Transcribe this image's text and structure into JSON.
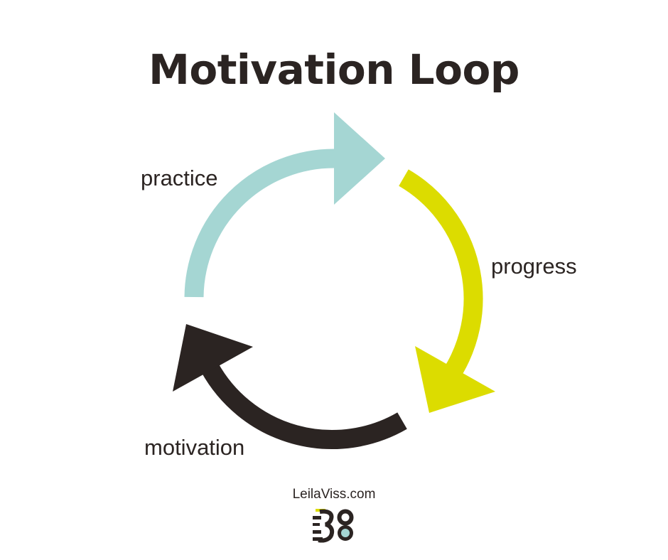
{
  "title": "Motivation Loop",
  "colors": {
    "practice": "#a5d6d3",
    "progress": "#dcdc00",
    "motivation": "#2b2422",
    "text": "#2b2422",
    "background": "#ffffff"
  },
  "loop": {
    "nodes": [
      {
        "id": "practice",
        "label": "practice",
        "color": "#a5d6d3",
        "points_to": "progress"
      },
      {
        "id": "progress",
        "label": "progress",
        "color": "#dcdc00",
        "points_to": "motivation"
      },
      {
        "id": "motivation",
        "label": "motivation",
        "color": "#2b2422",
        "points_to": "practice"
      }
    ]
  },
  "footer": {
    "site": "LeilaViss.com",
    "logo_text": "38"
  }
}
